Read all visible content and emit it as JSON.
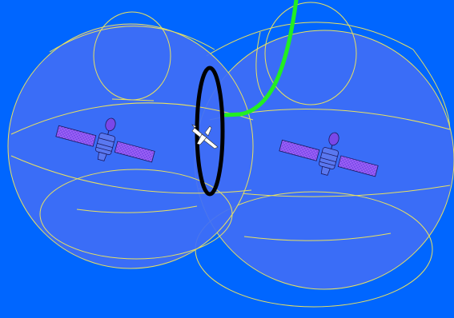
{
  "colors": {
    "background": "#0066ff",
    "coverage_fill": "#3f6ef6",
    "coverage_outline": "#e8e060",
    "satellite_body": "#5a78f0",
    "satellite_panel": "#7a48e8",
    "ground_link": "#22ee22",
    "interconnect_ring": "#000000",
    "aircraft": "#ffffff"
  },
  "icons": {
    "left_satellite": "satellite-icon",
    "right_satellite": "satellite-icon",
    "aircraft": "airplane-icon"
  },
  "diagram": {
    "cells": [
      "left-coverage-sphere",
      "right-coverage-sphere"
    ],
    "links": [
      "ground-uplink",
      "inter-satellite-ring"
    ]
  }
}
